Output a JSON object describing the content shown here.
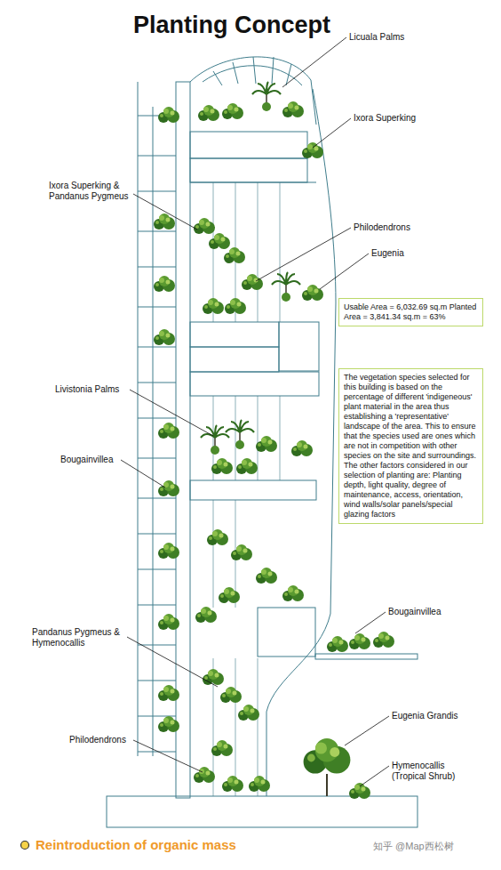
{
  "diagram": {
    "title": "Planting Concept",
    "caption": "Reintroduction of organic mass",
    "nodes": [
      {
        "text": [
          "Usable Area = 6,032.69 sq.m Planted Area = 3,841.34 sq.m = 63%"
        ]
      },
      {
        "text": [
          "The vegetation species selected for this building is based on the percentage of different 'indigeneous' plant material in the area thus establishing a 'representative' landscape of the area. This to ensure that the species used are ones which are not in competition with other species on the site and surroundings. The other factors considered in our selection of planting are: Planting depth, light quality, degree of maintenance, access, orientation, wind walls/solar panels/special glazing factors"
        ]
      }
    ],
    "labels": [
      "Licuala Palms",
      "Ixora Superking",
      "Ixora Superking & Pandanus Pygmeus",
      "Philodendrons",
      "Eugenia",
      "Livistonia Palms",
      "Bougainvillea",
      "Bougainvillea",
      "Pandanus Pygmeus & Hymenocallis",
      "Eugenia Grandis",
      "Philodendrons",
      "Hymenocallis (Tropical Shrub)",
      "知乎 @Map西松树"
    ]
  }
}
